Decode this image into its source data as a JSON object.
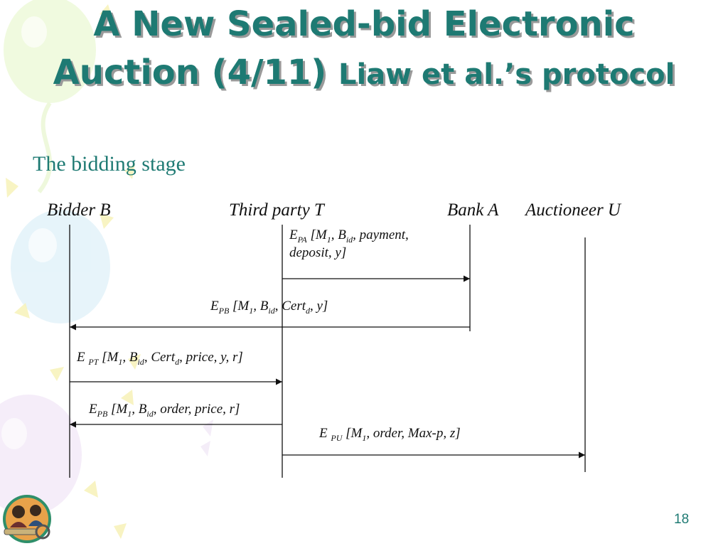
{
  "slide": {
    "title_line1": "A New Sealed-bid Electronic",
    "title_line2_main": "Auction (4/11) ",
    "title_line2_small": "Liaw et al.’s protocol",
    "subtitle": "The bidding stage",
    "page_number": "18"
  },
  "actors": {
    "bidder": "Bidder B",
    "third_party": "Third party T",
    "bank": "Bank A",
    "auctioneer": "Auctioneer U"
  },
  "messages": {
    "m1": {
      "e": "E",
      "key": "PA",
      "open": " [M",
      "m_sub": "1",
      "b": ", B",
      "b_sub": "id",
      "rest": ", payment,",
      "line2": "deposit, y]"
    },
    "m2": {
      "e": "E",
      "key": "PB",
      "open": " [M",
      "m_sub": "1",
      "b": ", B",
      "b_sub": "id",
      "cert": ", Cert",
      "cert_sub": "d",
      "rest": ", y]"
    },
    "m3": {
      "e": "E ",
      "key": "PT",
      "open": " [M",
      "m_sub": "1",
      "b": ", B",
      "b_sub": "id",
      "cert": ", Cert",
      "cert_sub": "d",
      "rest": ", price, y, r]"
    },
    "m4": {
      "e": "E",
      "key": "PB",
      "open": " [M",
      "m_sub": "1",
      "b": ", B",
      "b_sub": "id",
      "rest": ", order, price, r]"
    },
    "m5": {
      "e": "E ",
      "key": "PU",
      "open": " [M",
      "m_sub": "1",
      "rest": ", order, Max-p, z]"
    }
  },
  "colors": {
    "accent": "#1e7a73",
    "text": "#111111"
  }
}
